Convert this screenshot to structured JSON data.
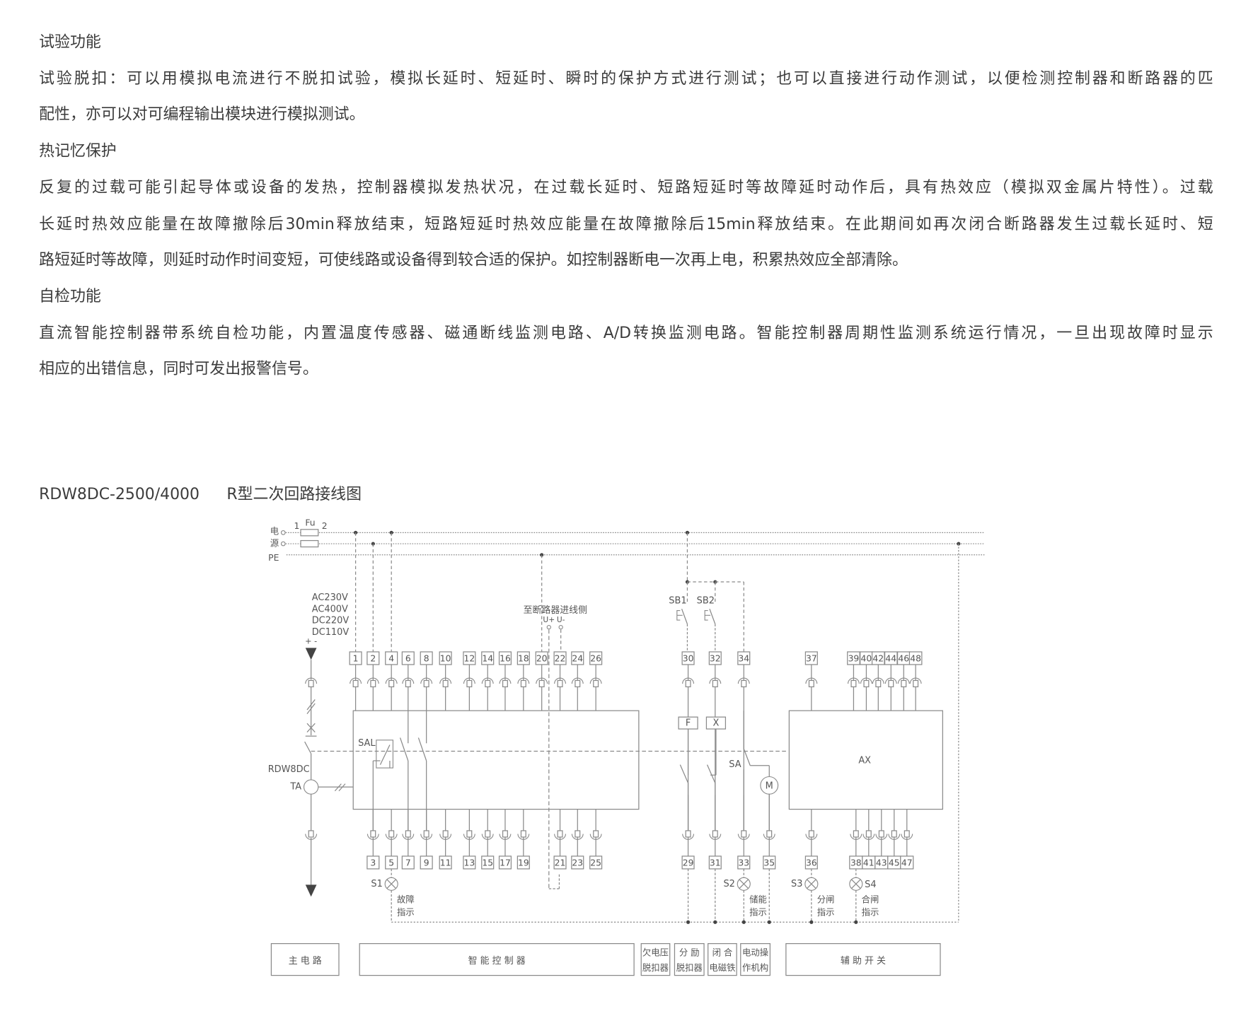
{
  "sections": [
    {
      "heading": "试验功能",
      "lines": [
        "试验脱扣：可以用模拟电流进行不脱扣试验，模拟长延时、短延时、瞬时的保护方式进行测试；也可以直接进行动作测试，以便检测控制器和断路器的匹",
        "配性，亦可以对可编程输出模块进行模拟测试。"
      ]
    },
    {
      "heading": "热记忆保护",
      "lines": [
        "反复的过载可能引起导体或设备的发热，控制器模拟发热状况，在过载长延时、短路短延时等故障延时动作后，具有热效应（模拟双金属片特性）。过载",
        "长延时热效应能量在故障撤除后30min释放结束，短路短延时热效应能量在故障撤除后15min释放结束。在此期间如再次闭合断路器发生过载长延时、短",
        "路短延时等故障，则延时动作时间变短，可使线路或设备得到较合适的保护。如控制器断电一次再上电，积累热效应全部清除。"
      ]
    },
    {
      "heading": "自检功能",
      "lines": [
        "直流智能控制器带系统自检功能，内置温度传感器、磁通断线监测电路、A/D转换监测电路。智能控制器周期性监测系统运行情况，一旦出现故障时显示",
        "相应的出错信息，同时可发出报警信号。"
      ]
    }
  ],
  "diagram": {
    "model": "RDW8DC-2500/4000",
    "title": "R型二次回路接线图",
    "power_labels": [
      "电",
      "源",
      "PE"
    ],
    "fuse": {
      "label": "Fu",
      "pin1": "1",
      "pin2": "2"
    },
    "voltages": [
      "AC230V",
      "AC400V",
      "DC220V",
      "DC110V"
    ],
    "breaker_side": "至断路器进线侧",
    "u_plus": "U+",
    "u_minus": "U-",
    "polarity": "+ -",
    "breaker_label": "RDW8DC",
    "ta_label": "TA",
    "sal_label": "SAL",
    "top_terminals": [
      "1",
      "2",
      "4",
      "6",
      "8",
      "10",
      "12",
      "14",
      "16",
      "18",
      "20",
      "22",
      "24",
      "26",
      "30",
      "32",
      "34",
      "37",
      "39",
      "40",
      "42",
      "44",
      "46",
      "48"
    ],
    "bottom_terminals": [
      "3",
      "5",
      "7",
      "9",
      "11",
      "13",
      "15",
      "17",
      "19",
      "21",
      "23",
      "25",
      "29",
      "31",
      "33",
      "35",
      "36",
      "38",
      "41",
      "43",
      "45",
      "47"
    ],
    "coil_f": "F",
    "coil_x": "X",
    "sb1": "SB1",
    "sb2": "SB2",
    "sa_label": "SA",
    "motor": "M",
    "ax_label": "AX",
    "lamps": [
      {
        "id": "S1",
        "text1": "故障",
        "text2": "指示"
      },
      {
        "id": "S2",
        "text1": "储能",
        "text2": "指示"
      },
      {
        "id": "S3",
        "text1": "分闸",
        "text2": "指示"
      },
      {
        "id": "S4",
        "text1": "合闸",
        "text2": "指示"
      }
    ],
    "legend": [
      {
        "l1": "主 电 路"
      },
      {
        "l1": "智 能 控 制 器"
      },
      {
        "l1": "欠电压",
        "l2": "脱扣器"
      },
      {
        "l1": "分 励",
        "l2": "脱扣器"
      },
      {
        "l1": "闭 合",
        "l2": "电磁铁"
      },
      {
        "l1": "电动操",
        "l2": "作机构"
      },
      {
        "l1": "辅 助 开 关"
      }
    ],
    "colors": {
      "line": "#8a8a8a",
      "text": "#3b3b3b",
      "dot": "#444444"
    }
  }
}
